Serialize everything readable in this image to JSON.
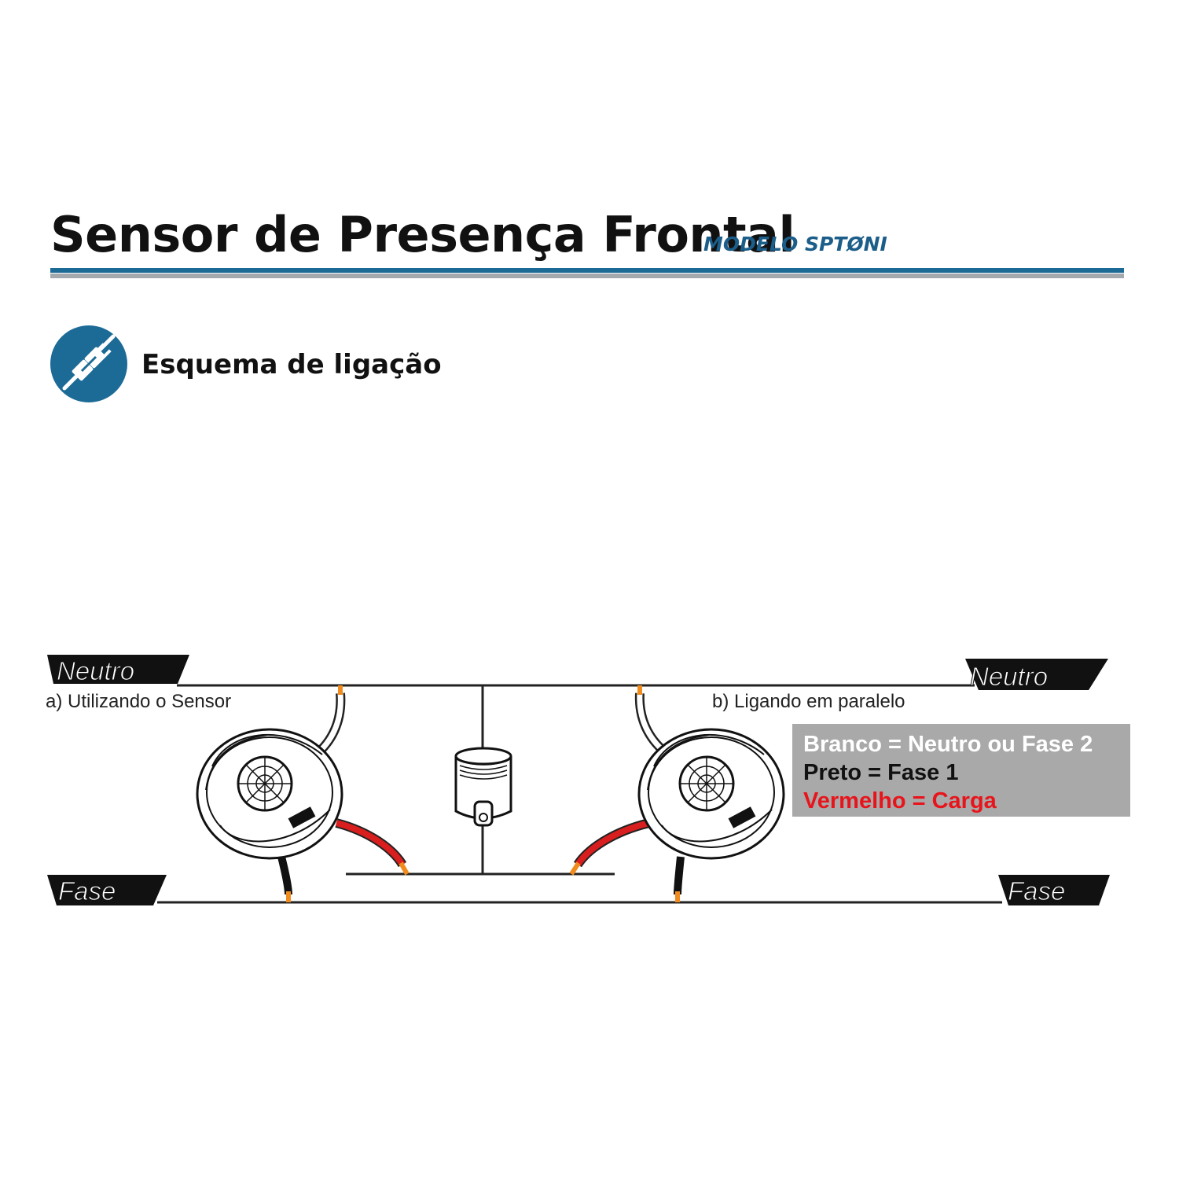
{
  "header": {
    "title": "Sensor de Presença Frontal",
    "model": "MODELO SPTØNI"
  },
  "section": {
    "icon": "plug-connector-icon",
    "title": "Esquema de ligação"
  },
  "diagram": {
    "neutral_label_left": "Neutro",
    "neutral_label_right": "Neutro",
    "phase_label_left": "Fase",
    "phase_label_right": "Fase",
    "caption_a": "a) Utilizando o Sensor",
    "caption_b": "b) Ligando em paralelo",
    "legend": {
      "white": "Branco = Neutro ou Fase 2",
      "black": "Preto = Fase 1",
      "red": "Vermelho = Carga"
    },
    "colors": {
      "legend_white": "#ffffff",
      "legend_black": "#111111",
      "legend_red": "#e8141b",
      "wire_red": "#d81e1e",
      "wire_tip": "#f08c1e",
      "brand_blue": "#1c6b97"
    }
  }
}
